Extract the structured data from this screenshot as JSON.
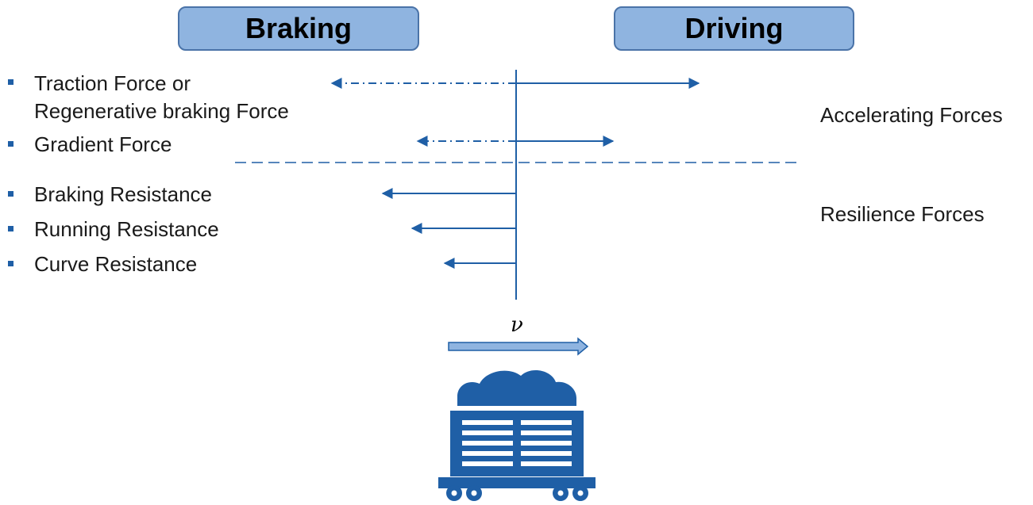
{
  "headers": {
    "braking": "Braking",
    "driving": "Driving"
  },
  "forces": [
    {
      "label_lines": [
        "Traction Force or",
        "Regenerative braking Force"
      ]
    },
    {
      "label_lines": [
        "Gradient Force"
      ]
    },
    {
      "label_lines": [
        "Braking Resistance"
      ]
    },
    {
      "label_lines": [
        "Running Resistance"
      ]
    },
    {
      "label_lines": [
        "Curve Resistance"
      ]
    }
  ],
  "groups": {
    "accelerating": "Accelerating Forces",
    "resilience": "Resilience Forces"
  },
  "velocity_symbol": "ν",
  "colors": {
    "arrow": "#1f5fa6",
    "header_fill": "#8fb4e0",
    "header_border": "#4a73a8",
    "wagon": "#1f5fa6",
    "velocity_arrow_fill": "#8fb4e0"
  },
  "icons": {
    "wagon": "freight-wagon-icon",
    "velocity_arrow": "velocity-arrow-icon"
  }
}
